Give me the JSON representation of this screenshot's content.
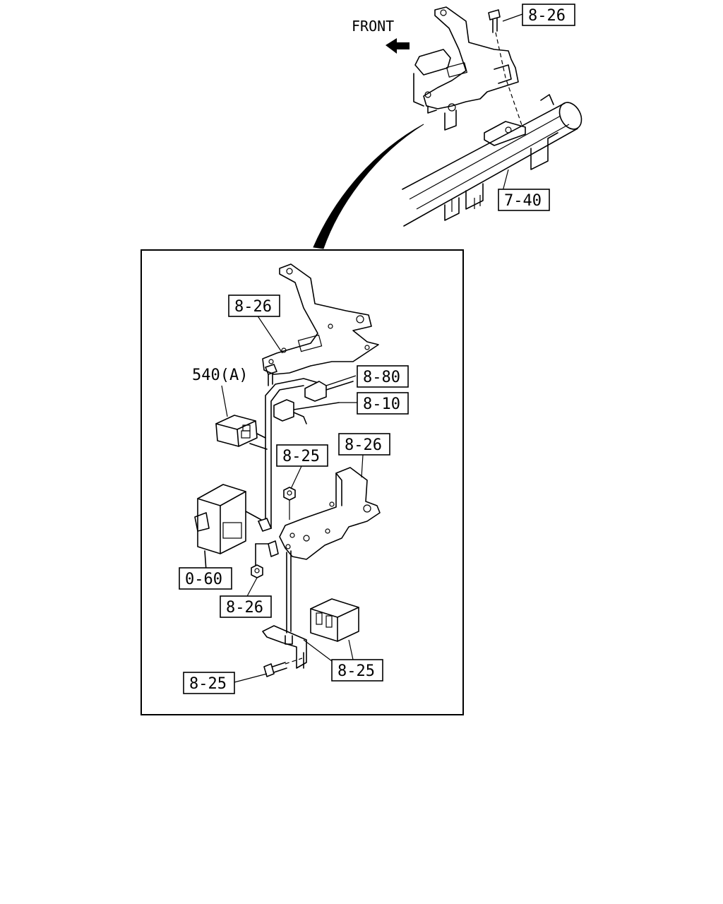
{
  "direction_label": "FRONT",
  "callouts": {
    "top_bolt": "8-26",
    "crossmember": "7-40",
    "bracket_upper": "8-26",
    "connector_a": "8-80",
    "connector_b": "8-10",
    "module_plain": "540(A)",
    "nut_upper": "8-25",
    "bracket_lower": "8-26",
    "module_left": "0-60",
    "nut_lower": "8-26",
    "relay_box": "8-25",
    "bolt_lower": "8-25"
  }
}
